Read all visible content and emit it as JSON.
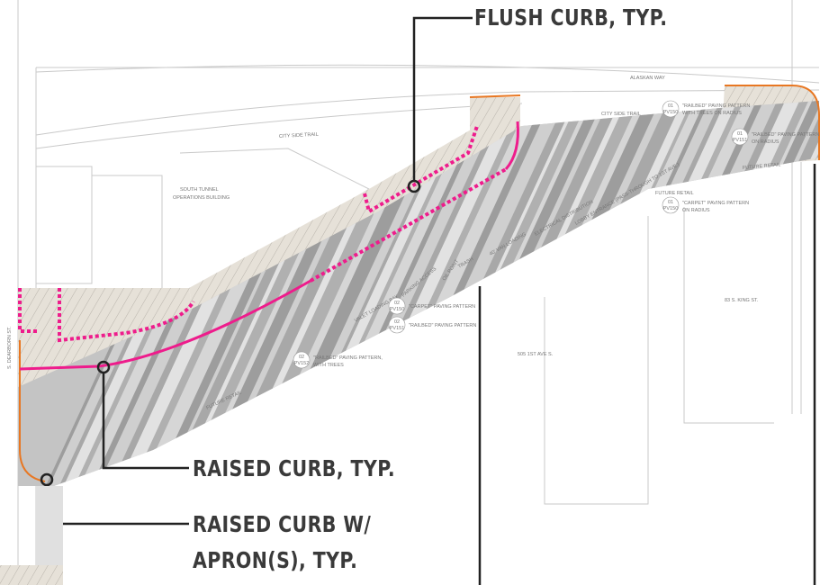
{
  "callouts": {
    "flush_curb": "FLUSH CURB, TYP.",
    "raised_curb": "RAISED CURB, TYP.",
    "raised_curb_apron_line1": "RAISED CURB W/",
    "raised_curb_apron_line2": "APRON(S), TYP."
  },
  "map_labels": {
    "alaskan_way": "ALASKAN WAY",
    "city_side_trail": "CITY SIDE TRAIL",
    "south_tunnel_building": "SOUTH TUNNEL",
    "south_tunnel_building_2": "OPERATIONS BUILDING",
    "dearborn": "S. DEARBORN ST.",
    "king_st": "83 S. KING ST.",
    "first_ave": "505 1ST AVE S.",
    "future_retail": "FUTURE RETAIL",
    "lobby_entrance": "LOBBY ENTRANCE (PASS-THROUGH TO 1ST AVE.)",
    "electrical": "ELECTRICAL DISTRIBUTION",
    "van_loading": "40' VAN LOADING",
    "trash": "TRASH",
    "oil_point": "OIL POINT",
    "parking_access": "PARKING ACCESS",
    "valet_loading": "VALET LOADING BAY"
  },
  "paving_callouts": [
    {
      "code": "01",
      "sheet": "PV150",
      "text1": "\"RAILBED\" PAVING PATTERN",
      "text2": "WITH TREES ON RADIUS"
    },
    {
      "code": "01",
      "sheet": "PV151",
      "text1": "\"RAILBED\" PAVING PATTERN",
      "text2": "ON RADIUS"
    },
    {
      "code": "01",
      "sheet": "PV150",
      "text1": "\"CARPET\" PAVING PATTERN",
      "text2": "ON RADIUS"
    },
    {
      "code": "02",
      "sheet": "PV150",
      "text1": "\"CARPET\" PAVING PATTERN",
      "text2": ""
    },
    {
      "code": "02",
      "sheet": "PV151",
      "text1": "\"RAILBED\" PAVING PATTERN",
      "text2": ""
    },
    {
      "code": "02",
      "sheet": "PV152",
      "text1": "\"RAILBED\" PAVING PATTERN,",
      "text2": "WITH TREES"
    }
  ],
  "colors": {
    "flush_curb": "#ee1c8c",
    "raised_curb_apron": "#e87722",
    "paving_dark": "#9d9d9d",
    "paving_light": "#d6d6d6",
    "hatch_fill": "#e6e1d8",
    "leader": "#222222"
  }
}
